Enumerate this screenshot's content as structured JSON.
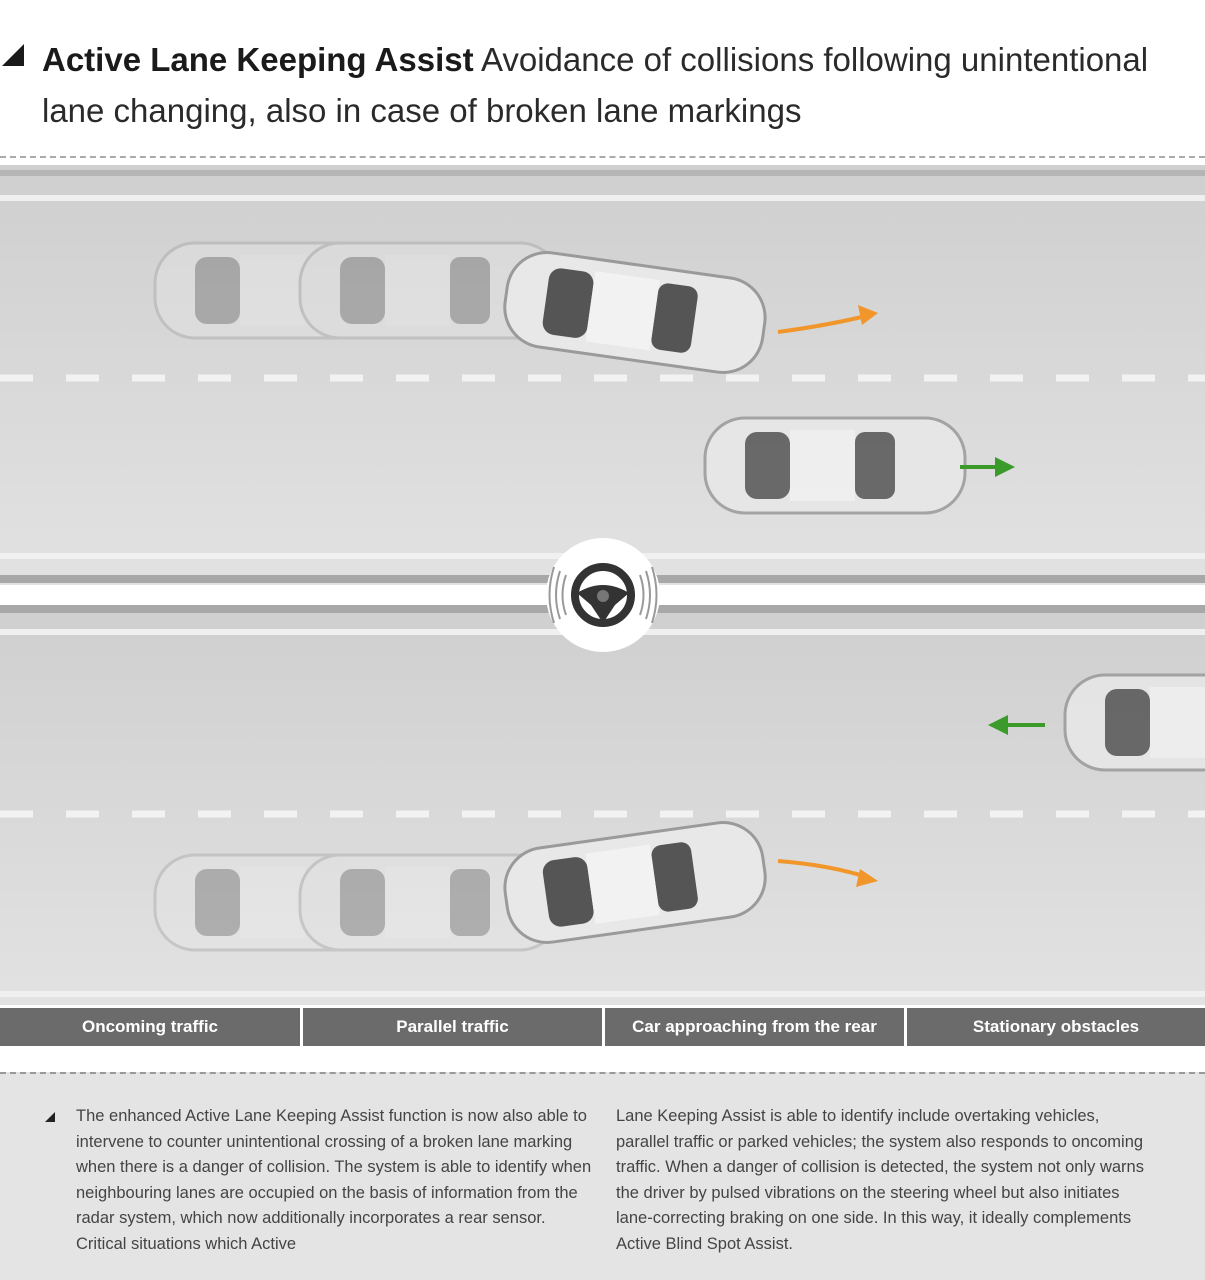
{
  "header": {
    "title_bold": "Active Lane Keeping Assist",
    "title_rest": "Avoidance of collisions following unintentional lane changing, also in case of broken lane markings"
  },
  "tabs": [
    "Oncoming traffic",
    "Parallel traffic",
    "Car approaching from the rear",
    "Stationary obstacles"
  ],
  "body": {
    "col1": "The enhanced Active Lane Keeping Assist function is now also able to intervene to counter unintentional crossing of a broken lane marking when there is a danger of collision. The system is able to identify when neighbouring lanes are occupied on the basis of information from the radar system, which now additionally incorporates a rear sensor. Critical situations which Active",
    "col2": "Lane Keeping Assist is able to identify include overtaking vehicles, parallel traffic or parked vehicles; the system also responds to oncoming traffic. When a danger of collision is detected, the system not only warns the driver by pulsed vibrations on the steering wheel but also initiates lane-correcting braking on one side. In this way, it ideally complements Active Blind Spot Assist."
  },
  "colors": {
    "orange": "#f0962a",
    "green": "#3a9a2a",
    "tab": "#6b6b6b",
    "road": "#d6d6d6"
  }
}
